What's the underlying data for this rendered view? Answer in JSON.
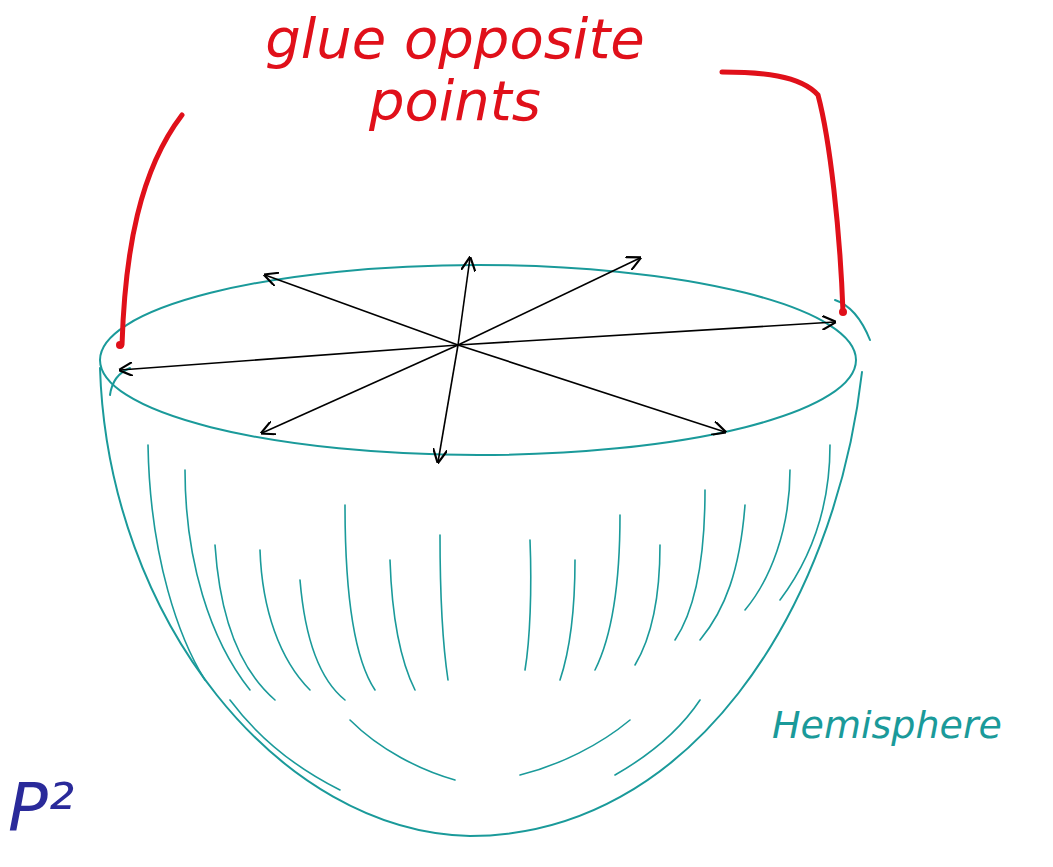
{
  "diagram": {
    "labels": [
      "glue opposite points",
      "Hemisphere",
      "P²"
    ]
  }
}
